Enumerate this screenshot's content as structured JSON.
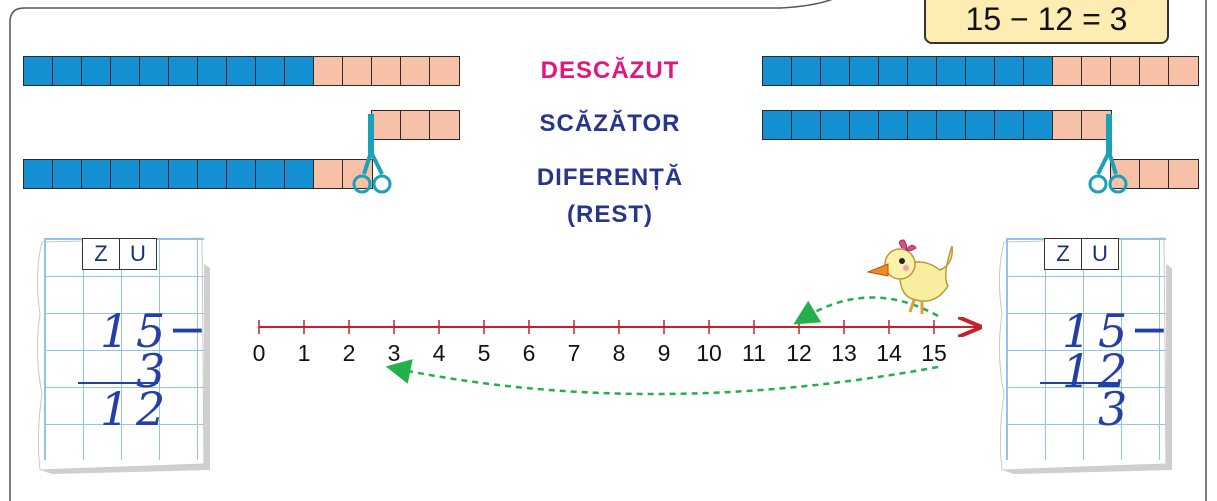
{
  "equation": {
    "a": "15",
    "op": "−",
    "b": "12",
    "eq": "=",
    "result": "3"
  },
  "terms": {
    "minuend": "DESCĂZUT",
    "subtrahend": "SCĂZĂTOR",
    "difference_line1": "DIFERENȚĂ",
    "difference_line2": "(REST)"
  },
  "term_colors": {
    "minuend": "#e6157e",
    "subtrahend": "#27358a",
    "difference": "#27358a"
  },
  "left_bars": {
    "minuend": {
      "blue": 10,
      "pink": 5
    },
    "subtrahend": {
      "blue": 0,
      "pink": 3
    },
    "difference": {
      "blue": 10,
      "pink": 2
    }
  },
  "right_bars": {
    "minuend": {
      "blue": 10,
      "pink": 5
    },
    "subtrahend": {
      "blue": 10,
      "pink": 2
    },
    "difference": {
      "blue": 0,
      "pink": 3
    }
  },
  "number_line": {
    "min": 0,
    "max": 15,
    "ticks": [
      "0",
      "1",
      "2",
      "3",
      "4",
      "5",
      "6",
      "7",
      "8",
      "9",
      "10",
      "11",
      "12",
      "13",
      "14",
      "15"
    ],
    "jump_short_to": 12,
    "jump_long_to": 3
  },
  "left_sheet": {
    "header_z": "Z",
    "header_u": "U",
    "row1": [
      "1",
      "5",
      "−"
    ],
    "row2": [
      "",
      "3",
      ""
    ],
    "row3": [
      "1",
      "2",
      ""
    ]
  },
  "right_sheet": {
    "header_z": "Z",
    "header_u": "U",
    "row1": [
      "1",
      "5",
      "−"
    ],
    "row2": [
      "1",
      "2",
      ""
    ],
    "row3": [
      "",
      "3",
      ""
    ]
  }
}
